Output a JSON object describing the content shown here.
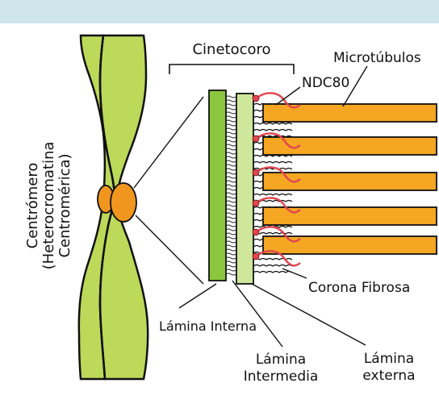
{
  "colors": {
    "top_bar": "#cfe7ec",
    "chromatid_fill": "#bcd95a",
    "chromatid_stroke": "#111111",
    "centromere_fill": "#f0961f",
    "inner_plate": "#8cc63f",
    "outer_plate": "#cfe79a",
    "microtubule": "#f5a623",
    "ndc80": "#e0464f"
  },
  "icons": {
    "chromosome": "chromosome-icon"
  },
  "labels": {
    "centromere": [
      "Centrómero",
      "(Heterocromatina",
      "Centromérica)"
    ],
    "kinetochore": "Cinetocoro",
    "microtubules": "Microtúbulos",
    "ndc80": "NDC80",
    "fibrous_corona": "Corona Fibrosa",
    "inner_plate": "Lámina Interna",
    "middle_plate": [
      "Lámina",
      "Intermedia"
    ],
    "outer_plate": [
      "Lámina",
      "externa"
    ]
  }
}
